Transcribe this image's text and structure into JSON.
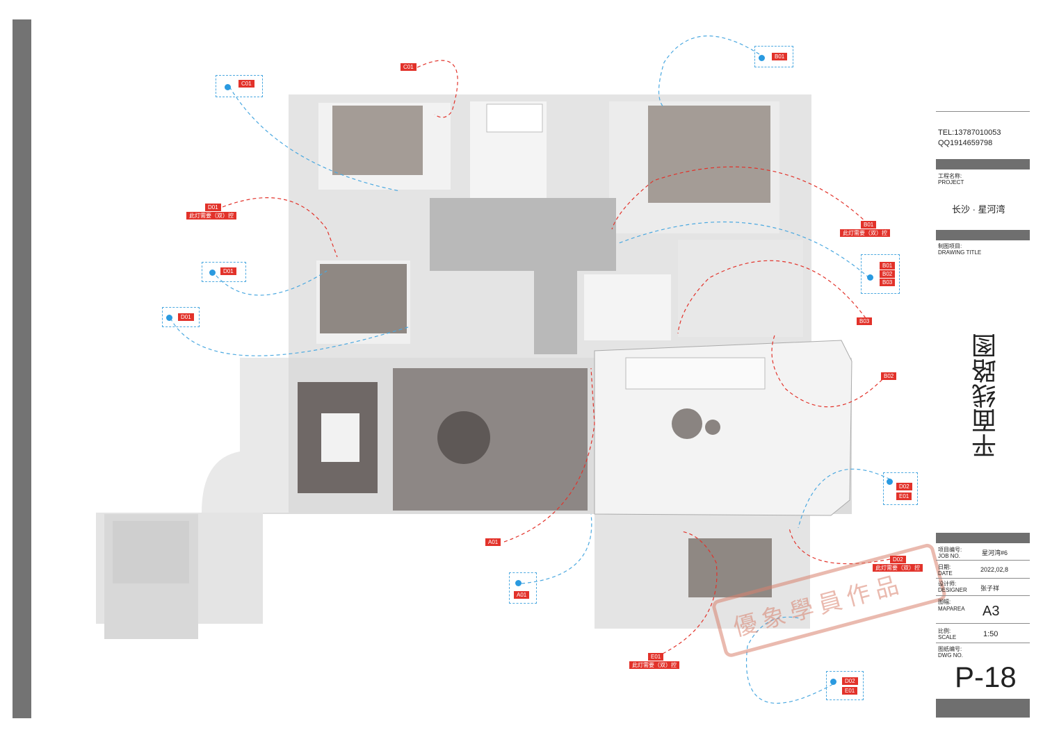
{
  "title_block": {
    "tel": "TEL:13787010053",
    "qq": "QQ1914659798",
    "project_label_cn": "工程名称:",
    "project_label_en": "PROJECT",
    "project_name": "长沙 · 星河湾",
    "drawing_title_label_cn": "制图项目:",
    "drawing_title_label_en": "DRAWING TITLE",
    "drawing_title": "平面线路图",
    "job_label_cn": "项目编号:",
    "job_label_en": "JOB NO.",
    "job_value": "星河湾#6",
    "date_label_cn": "日期:",
    "date_label_en": "DATE",
    "date_value": "2022,02,8",
    "designer_label_cn": "设计师:",
    "designer_label_en": "DESIGNER",
    "designer_value": "张子祥",
    "maparea_label_cn": "图幅:",
    "maparea_label_en": "MAPAREA",
    "maparea_value": "A3",
    "scale_label_cn": "比例:",
    "scale_label_en": "SCALE",
    "scale_value": "1:50",
    "dwg_label_cn": "图纸编号:",
    "dwg_label_en": "DWG NO.",
    "dwg_value": "P-18"
  },
  "watermark": "優象學員作品",
  "lights": [
    {
      "id": "C01"
    },
    {
      "id": "D01",
      "note": "此灯需要（双）控"
    },
    {
      "id": "B01",
      "note": "此灯需要（双）控"
    },
    {
      "id": "B03"
    },
    {
      "id": "B02"
    },
    {
      "id": "A01"
    },
    {
      "id": "D02",
      "note": "此灯需要（双）控"
    },
    {
      "id": "E01",
      "note": "此灯需要（双）控"
    }
  ],
  "switches": [
    {
      "ids": [
        "C01"
      ]
    },
    {
      "ids": [
        "B01"
      ]
    },
    {
      "ids": [
        "D01"
      ]
    },
    {
      "ids": [
        "D01"
      ]
    },
    {
      "ids": [
        "B01",
        "B02",
        "B03"
      ]
    },
    {
      "ids": [
        "D02",
        "E01"
      ]
    },
    {
      "ids": [
        "A01"
      ]
    },
    {
      "ids": [
        "D02",
        "E01"
      ]
    }
  ],
  "colors": {
    "wire_red": "#e2322a",
    "wire_blue": "#4aa8e0",
    "frame": "#737373"
  }
}
